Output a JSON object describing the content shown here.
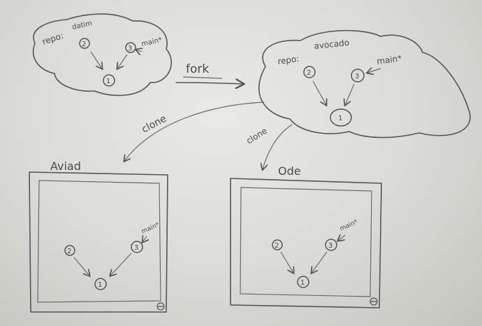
{
  "top_left_cloud": {
    "repo_label": "repo:",
    "repo_name": "datim",
    "nodes": [
      "1",
      "2",
      "3"
    ],
    "branch": "main*"
  },
  "fork_label": "fork",
  "top_right_cloud": {
    "repo_label": "repo:",
    "repo_name": "avocado",
    "nodes": [
      "1",
      "2",
      "3"
    ],
    "branch": "main*"
  },
  "clone_label_left": "clone",
  "clone_label_right": "clone",
  "left_screen": {
    "owner": "Aviad",
    "nodes": [
      "1",
      "2",
      "3"
    ],
    "branch": "main*",
    "corner_icon": "power-button-icon"
  },
  "right_screen": {
    "owner": "Ode",
    "nodes": [
      "1",
      "2",
      "3"
    ],
    "branch": "main*",
    "corner_icon": "power-button-icon"
  }
}
